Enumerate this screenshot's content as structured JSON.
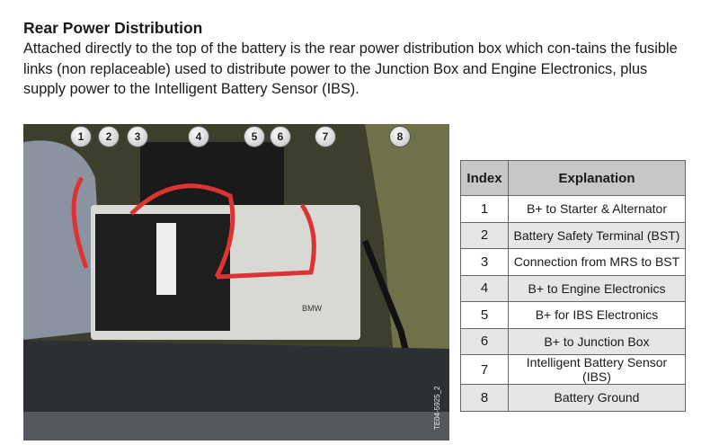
{
  "heading": "Rear Power Distribution",
  "paragraph": "Attached directly to the top of the battery is the rear power distribution box which con-tains the fusible links (non replaceable) used to distribute power to the Junction Box and Engine Electronics, plus supply power to the Intelligent Battery Sensor (IBS).",
  "figure": {
    "image_id": "TE04-5925_2",
    "callouts": [
      "1",
      "2",
      "3",
      "4",
      "5",
      "6",
      "7",
      "8"
    ],
    "battery_label": "BMW"
  },
  "table": {
    "headers": [
      "Index",
      "Explanation"
    ],
    "rows": [
      {
        "index": "1",
        "explanation": "B+ to Starter & Alternator"
      },
      {
        "index": "2",
        "explanation": "Battery Safety Terminal (BST)"
      },
      {
        "index": "3",
        "explanation": "Connection from MRS to BST"
      },
      {
        "index": "4",
        "explanation": "B+ to Engine Electronics"
      },
      {
        "index": "5",
        "explanation": "B+ for IBS Electronics"
      },
      {
        "index": "6",
        "explanation": "B+ to Junction Box"
      },
      {
        "index": "7",
        "explanation": "Intelligent Battery Sensor (IBS)"
      },
      {
        "index": "8",
        "explanation": "Battery Ground"
      }
    ]
  }
}
